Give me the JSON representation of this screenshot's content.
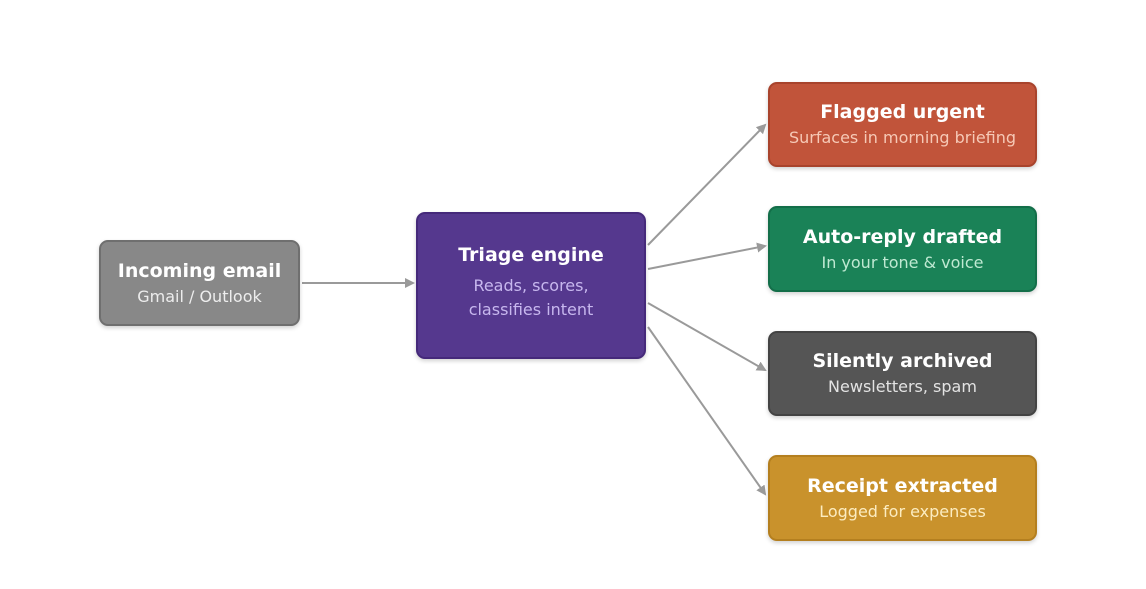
{
  "source": {
    "title": "Incoming email",
    "subtitle": "Gmail / Outlook"
  },
  "engine": {
    "title": "Triage engine",
    "subtitle_line1": "Reads, scores,",
    "subtitle_line2": "classifies intent"
  },
  "outcomes": [
    {
      "title": "Flagged urgent",
      "subtitle": "Surfaces in morning briefing"
    },
    {
      "title": "Auto-reply drafted",
      "subtitle": "In your tone & voice"
    },
    {
      "title": "Silently archived",
      "subtitle": "Newsletters, spam"
    },
    {
      "title": "Receipt extracted",
      "subtitle": "Logged for expenses"
    }
  ],
  "colors": {
    "source": "#888888",
    "engine": "#55388e",
    "urgent": "#c1543a",
    "reply": "#1a8257",
    "archive": "#555555",
    "receipt": "#c9922c",
    "connector": "#9a9a9a"
  }
}
